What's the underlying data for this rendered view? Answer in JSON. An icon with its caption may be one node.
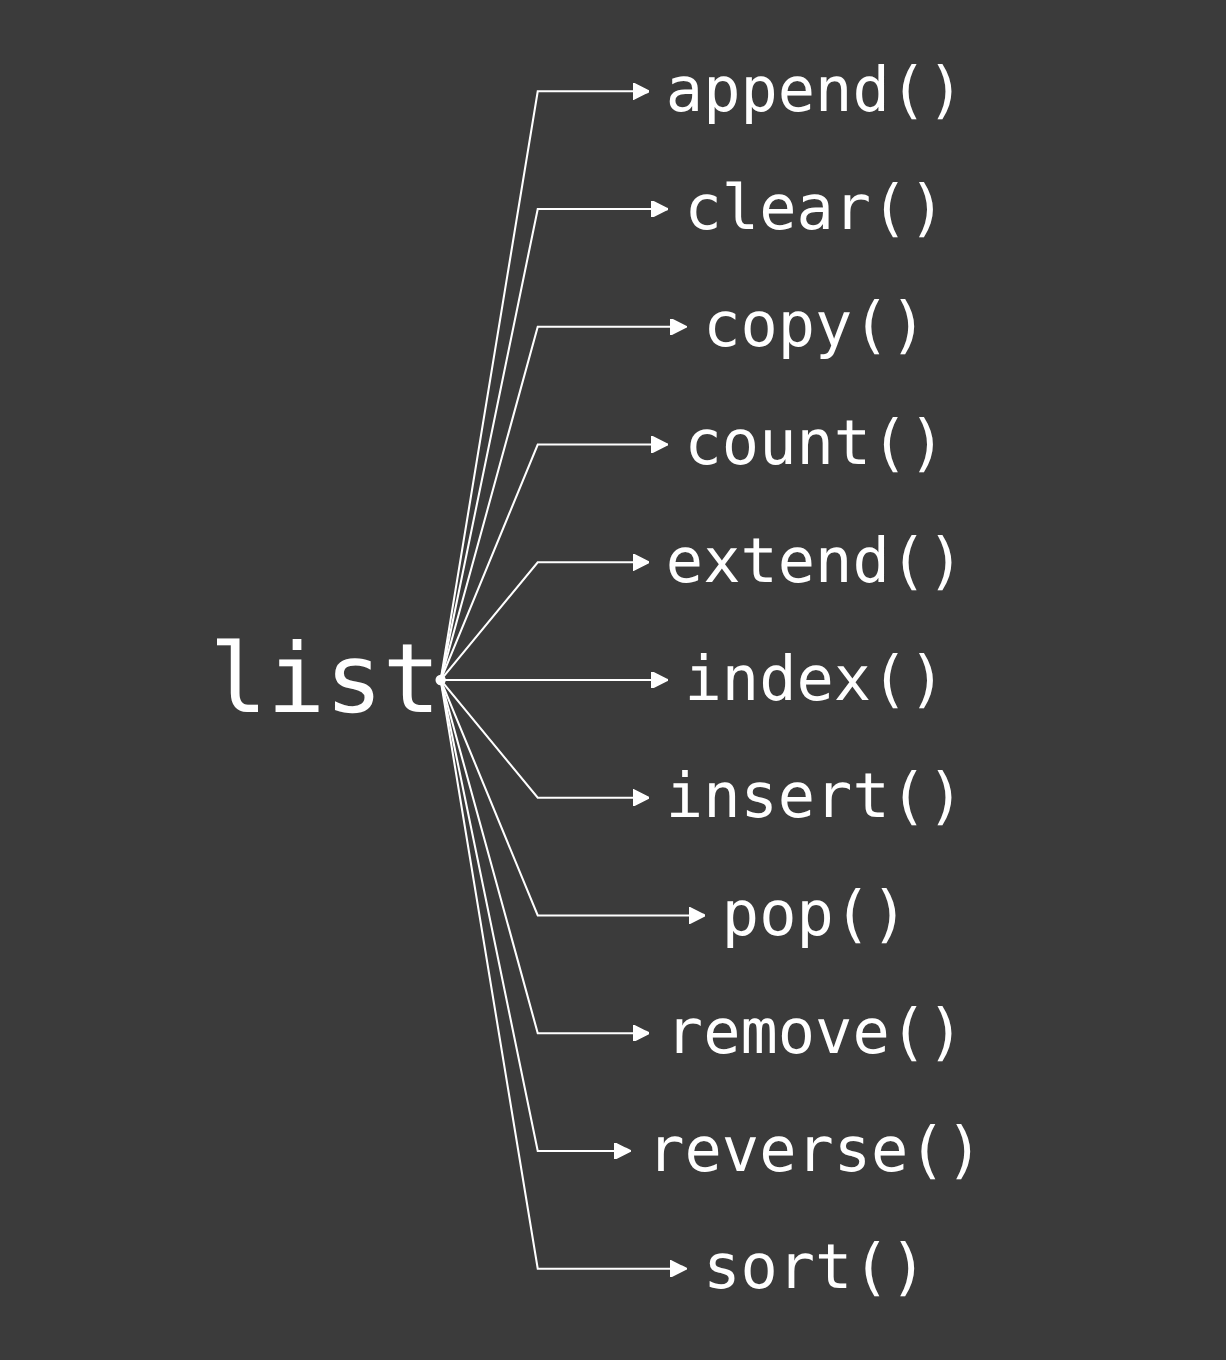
{
  "diagram": {
    "nodes": [
      {
        "text": [],
        "shape": "circle"
      },
      {
        "text": [
          "append()"
        ]
      },
      {
        "text": [
          "clear()"
        ]
      },
      {
        "text": [
          "copy()"
        ]
      },
      {
        "text": [
          "count()"
        ]
      },
      {
        "text": [
          "extend()"
        ]
      },
      {
        "text": [
          "index()"
        ]
      },
      {
        "text": [
          "insert()"
        ]
      },
      {
        "text": [
          "pop()"
        ]
      },
      {
        "text": [
          "remove()"
        ]
      },
      {
        "text": [
          "reverse()"
        ]
      },
      {
        "text": [
          "sort()"
        ]
      }
    ],
    "edges": [
      {
        "from": 0,
        "to": 1,
        "arrow": "to"
      },
      {
        "from": 0,
        "to": 2,
        "arrow": "to"
      },
      {
        "from": 0,
        "to": 3,
        "arrow": "to"
      },
      {
        "from": 0,
        "to": 4,
        "arrow": "to"
      },
      {
        "from": 0,
        "to": 5,
        "arrow": "to"
      },
      {
        "from": 0,
        "to": 6,
        "arrow": "to"
      },
      {
        "from": 0,
        "to": 7,
        "arrow": "to"
      },
      {
        "from": 0,
        "to": 8,
        "arrow": "to"
      },
      {
        "from": 0,
        "to": 9,
        "arrow": "to"
      },
      {
        "from": 0,
        "to": 10,
        "arrow": "to"
      },
      {
        "from": 0,
        "to": 11,
        "arrow": "to"
      }
    ],
    "labels": [
      "list"
    ]
  }
}
